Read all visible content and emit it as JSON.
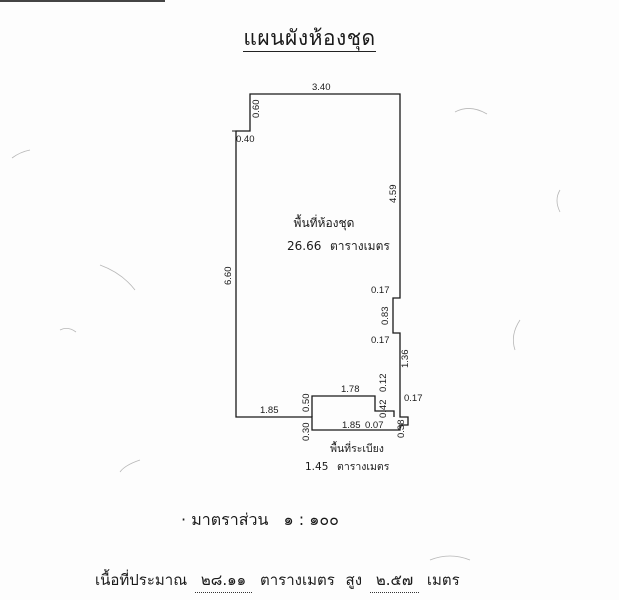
{
  "document": {
    "title": "แผนผังห้องชุด"
  },
  "plan": {
    "room": {
      "label": "พื้นที่ห้องชุด",
      "area": "26.66",
      "area_unit": "ตารางเมตร"
    },
    "balcony": {
      "label": "พื้นที่ระเบียง",
      "area": "1.45",
      "area_unit": "ตารางเมตร"
    },
    "dimensions": {
      "top_width": "3.40",
      "top_left_notch_height": "0.60",
      "top_left_notch_width": "0.40",
      "left_height": "6.60",
      "right_upper_height": "4.59",
      "right_step1": "0.17",
      "right_inset_height": "0.83",
      "right_step2": "0.17",
      "right_lower_height": "1.36",
      "right_bottom_step": "0.17",
      "bottom_left_width": "1.85",
      "balcony_top_width": "1.78",
      "balcony_left_height": "0.50",
      "balcony_inner_height_a": "0.12",
      "balcony_inner_height_b": "0.42",
      "balcony_bottom_width": "1.85",
      "balcony_bottom_step": "0.07",
      "balcony_outer_height_left": "0.30",
      "balcony_outer_height_right": "0.38"
    }
  },
  "scale": {
    "label": "มาตราส่วน",
    "value": "๑ : ๑๐๐"
  },
  "summary": {
    "area_prefix": "เนื้อที่ประมาณ",
    "area_value": "๒๘.๑๑",
    "area_unit": "ตารางเมตร",
    "height_prefix": "สูง",
    "height_value": "๒.๕๗",
    "height_unit": "เมตร"
  }
}
